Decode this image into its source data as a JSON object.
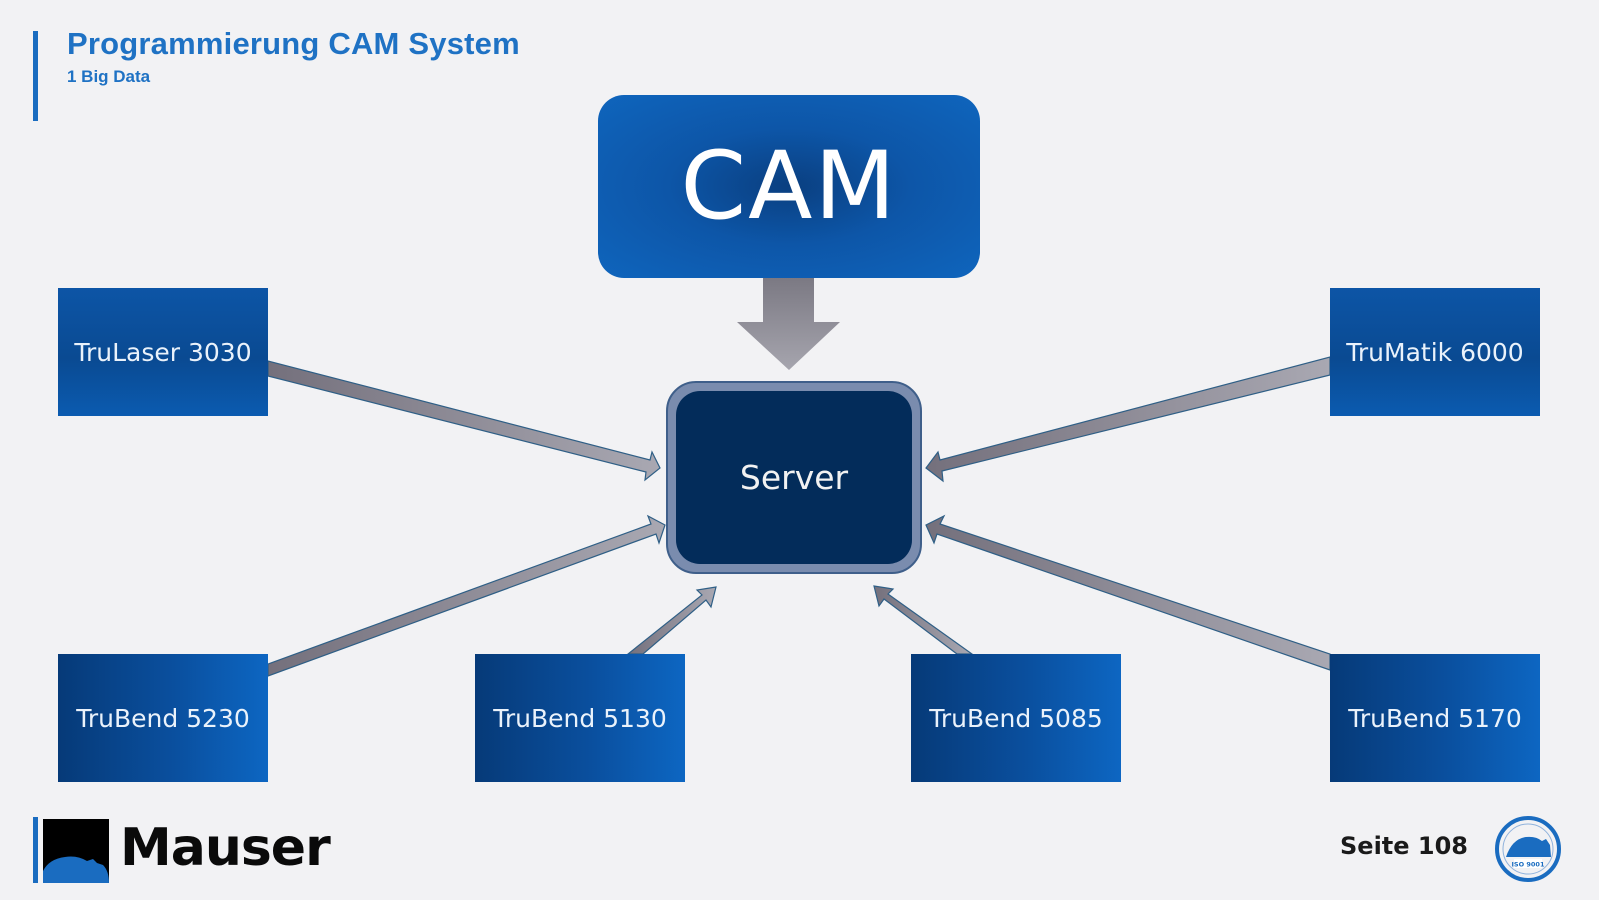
{
  "header": {
    "title": "Programmierung CAM System",
    "subtitle": "1 Big Data"
  },
  "diagram": {
    "source_node": "CAM",
    "hub_node": "Server",
    "machines": [
      {
        "label": "TruLaser 3030",
        "position": "top-left"
      },
      {
        "label": "TruMatik 6000",
        "position": "top-right"
      },
      {
        "label": "TruBend 5230",
        "position": "bottom-left"
      },
      {
        "label": "TruBend 5130",
        "position": "bottom-center-left"
      },
      {
        "label": "TruBend 5085",
        "position": "bottom-center-right"
      },
      {
        "label": "TruBend 5170",
        "position": "bottom-right"
      }
    ],
    "edges": [
      {
        "from": "CAM",
        "to": "Server"
      },
      {
        "from": "TruLaser 3030",
        "to": "Server"
      },
      {
        "from": "TruMatik 6000",
        "to": "Server"
      },
      {
        "from": "TruBend 5230",
        "to": "Server"
      },
      {
        "from": "TruBend 5130",
        "to": "Server"
      },
      {
        "from": "TruBend 5085",
        "to": "Server"
      },
      {
        "from": "TruBend 5170",
        "to": "Server"
      }
    ]
  },
  "footer": {
    "logo_text": "Mauser",
    "page_label": "Seite 108",
    "certificate_badge": "ISO 9001"
  },
  "colors": {
    "accent": "#1f72c4",
    "box_blue": "#0d55a6",
    "server_navy": "#032c5a",
    "arrow_gray": "#8e8c96"
  }
}
